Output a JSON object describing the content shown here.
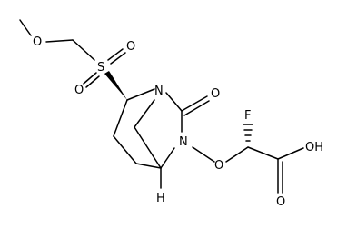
{
  "structure": {
    "line_color": "#000000",
    "background": "#ffffff",
    "atoms": [
      {
        "id": "o_methoxy",
        "label": "O"
      },
      {
        "id": "s_sulfonyl",
        "label": "S"
      },
      {
        "id": "o_sulfonyl_top",
        "label": "O"
      },
      {
        "id": "o_sulfonyl_bottom",
        "label": "O"
      },
      {
        "id": "n_bridge",
        "label": "N"
      },
      {
        "id": "o_carbonyl",
        "label": "O"
      },
      {
        "id": "n_amide",
        "label": "N"
      },
      {
        "id": "o_ether",
        "label": "O"
      },
      {
        "id": "f_fluoro",
        "label": "F"
      },
      {
        "id": "oh_acid",
        "label": "OH"
      },
      {
        "id": "o_acid_carbonyl",
        "label": "O"
      },
      {
        "id": "h_bridgehead",
        "label": "H"
      }
    ]
  }
}
